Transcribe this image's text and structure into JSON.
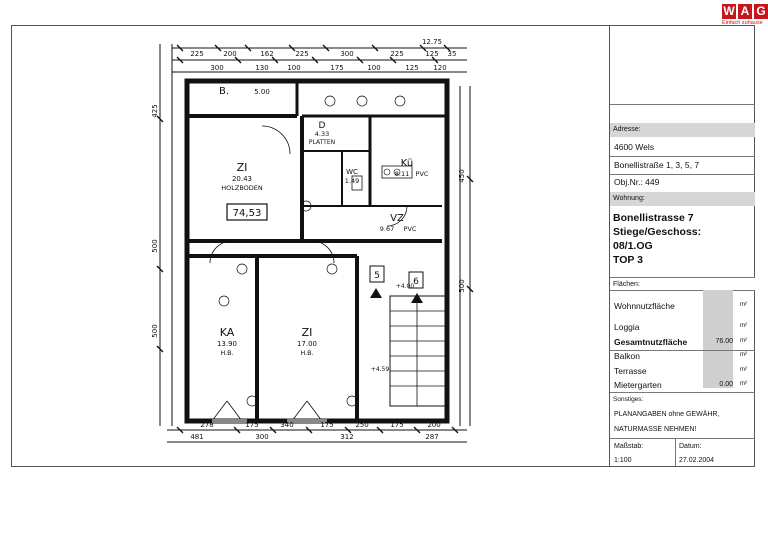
{
  "logo": {
    "letters": [
      "W",
      "A",
      "G"
    ],
    "slogan": "Einfach zuhause"
  },
  "plan": {
    "dimensions_top": [
      "12.75",
      "225",
      "200",
      "162",
      "225",
      "300",
      "225",
      "125",
      "35"
    ],
    "dimensions_top2": [
      "300",
      "130",
      "100",
      "175",
      "100",
      "125",
      "120"
    ],
    "dimensions_bottom": [
      "278",
      "175",
      "340",
      "175",
      "250",
      "175",
      "200"
    ],
    "dimensions_bottom2": [
      "481",
      "300",
      "312",
      "287"
    ],
    "dimensions_left": [
      "425",
      "500",
      "500"
    ],
    "dimensions_right": [
      "450",
      "500"
    ],
    "labels": {
      "b": "B.",
      "b_area": "5.00",
      "z1": "ZI",
      "z1_area": "20.43",
      "z1_floor": "HOLZBODEN",
      "d": "D",
      "d_area": "4.33",
      "d_floor": "PLATTEN",
      "ku": "Kü",
      "ku_area": "8.11",
      "ku_floor": "PVC",
      "wc": "WC",
      "wc_area": "1.49",
      "vz": "VZ",
      "vz_area": "9.67",
      "vz_floor": "PVC",
      "ka": "KA",
      "ka_area": "13.90",
      "ka_floor": "H.B.",
      "z2": "ZI",
      "z2_area": "17.00",
      "z2_floor": "H.B.",
      "total": "74,53",
      "stair1": "5",
      "stair2": "6",
      "level1": "+4.00",
      "level2": "+4.59"
    }
  },
  "panel": {
    "adresse_label": "Adresse:",
    "address_city": "4600 Wels",
    "address_street": "Bonellistraße 1, 3, 5, 7",
    "obj_nr": "Obj.Nr.: 449",
    "wohnung_label": "Wohnung:",
    "wohnung_lines": [
      "Bonellistrasse 7",
      "Stiege/Geschoss:",
      "08/1.OG",
      "TOP 3"
    ],
    "flaechen_label": "Flächen:",
    "rows": [
      {
        "label": "Wohnnutzfläche",
        "value": "",
        "unit": "m²"
      },
      {
        "label": "Loggia",
        "value": "",
        "unit": "m²"
      },
      {
        "label": "Gesamtnutzfläche",
        "value": "76.00",
        "unit": "m²"
      },
      {
        "label": "Balkon",
        "value": "",
        "unit": "m²"
      },
      {
        "label": "Terrasse",
        "value": "",
        "unit": "m²"
      },
      {
        "label": "Mietergarten",
        "value": "0.00",
        "unit": "m²"
      }
    ],
    "sonstiges_label": "Sonstiges:",
    "sonstiges_lines": [
      "PLANANGABEN ohne GEWÄHR,",
      "NATURMASSE NEHMEN!"
    ],
    "massstab_label": "Maßstab:",
    "massstab_value": "1:100",
    "datum_label": "Datum:",
    "datum_value": "27.02.2004"
  }
}
